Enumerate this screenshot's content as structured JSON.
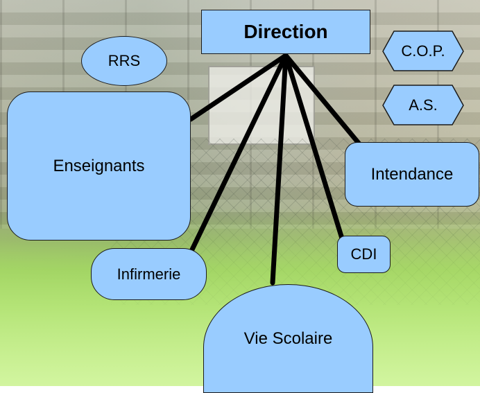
{
  "nodes": {
    "direction": "Direction",
    "rrs": "RRS",
    "cop": "C.O.P.",
    "as": "A.S.",
    "enseignants": "Enseignants",
    "intendance": "Intendance",
    "cdi": "CDI",
    "infirmerie": "Infirmerie",
    "vie_scolaire": "Vie Scolaire"
  },
  "connections": [
    "enseignants",
    "infirmerie",
    "vie_scolaire",
    "cdi",
    "intendance"
  ],
  "colors": {
    "node_fill": "#99ccff",
    "node_border": "#1a1a1a",
    "connector": "#000000"
  }
}
